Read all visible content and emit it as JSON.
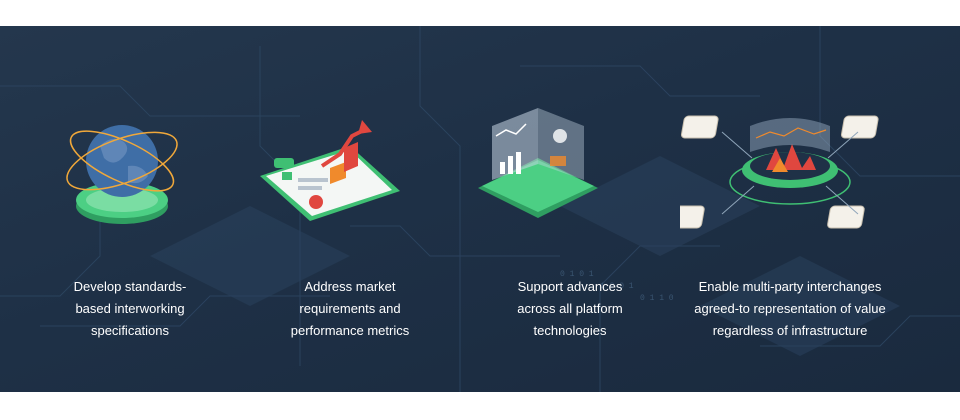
{
  "features": [
    {
      "icon": "globe-icon",
      "lines": [
        "Develop standards-",
        "based interworking",
        "specifications"
      ]
    },
    {
      "icon": "market-chart-icon",
      "lines": [
        "Address market",
        "requirements and",
        "performance metrics"
      ]
    },
    {
      "icon": "platform-cube-icon",
      "lines": [
        "Support advances",
        "across all platform",
        "technologies"
      ]
    },
    {
      "icon": "network-hub-icon",
      "lines": [
        "Enable multi-party interchanges",
        "agreed-to representation of value",
        "regardless of infrastructure"
      ]
    }
  ],
  "colors": {
    "background": "#1f3147",
    "accent_green": "#3fbf73",
    "accent_red": "#e0473f",
    "accent_orange": "#f08a2c",
    "caption_text": "#ffffff"
  }
}
